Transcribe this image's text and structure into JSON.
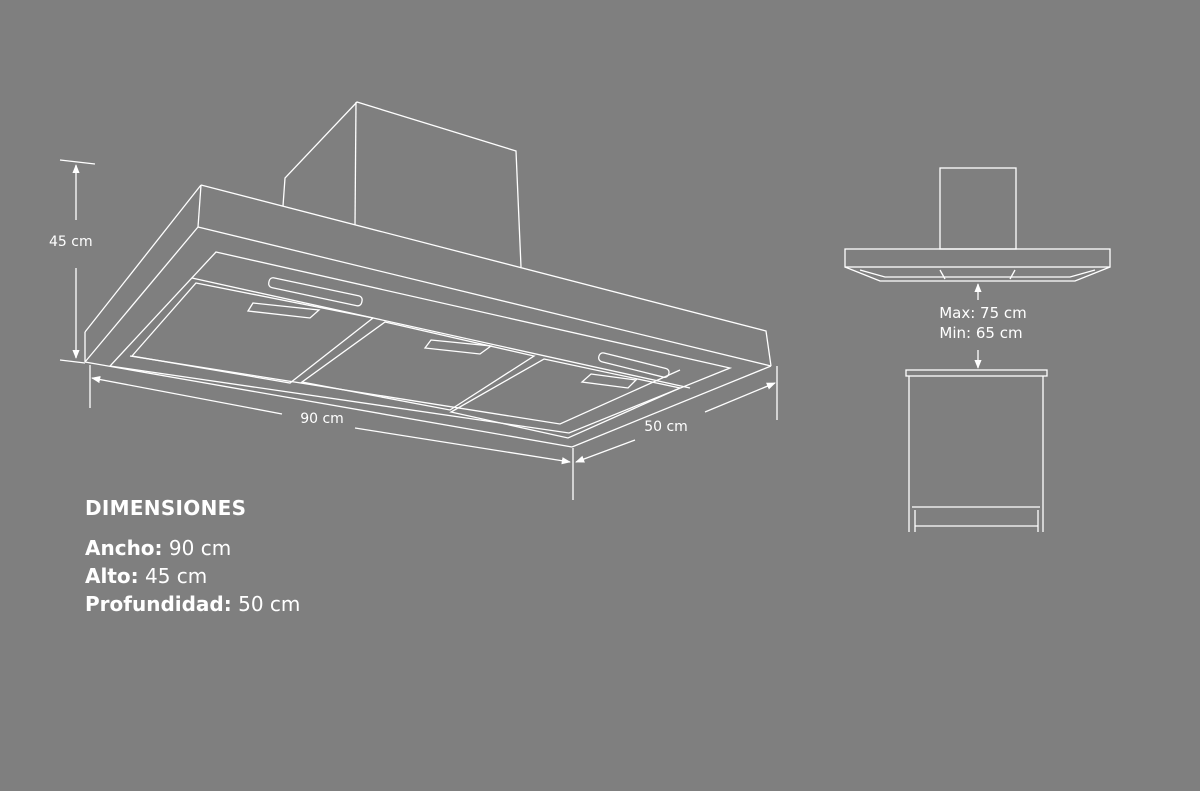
{
  "diagram": {
    "dimension_labels": {
      "height": "45 cm",
      "width": "90 cm",
      "depth": "50 cm"
    },
    "installation": {
      "max": "Max: 75 cm",
      "min": "Min: 65 cm"
    }
  },
  "specs": {
    "title": "DIMENSIONES",
    "items": [
      {
        "label": "Ancho:",
        "value": " 90 cm"
      },
      {
        "label": "Alto:",
        "value": " 45 cm"
      },
      {
        "label": "Profundidad:",
        "value": " 50 cm"
      }
    ]
  },
  "colors": {
    "background": "#7f7f7f",
    "line": "#ffffff"
  }
}
